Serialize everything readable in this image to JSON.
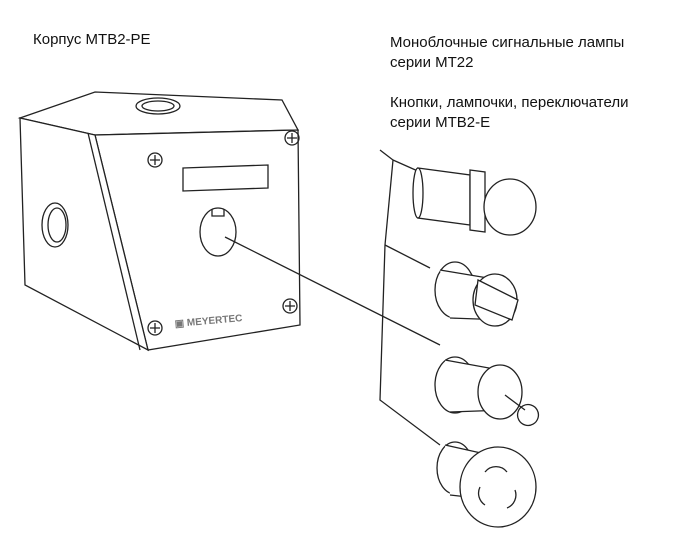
{
  "labels": {
    "housing": "Корпус MTB2-PE",
    "lamps_line1": "Моноблочные сигнальные лампы",
    "lamps_line2": "серии MT22",
    "buttons_line1": "Кнопки, лампочки, переключатели",
    "buttons_line2": "серии MTB2-E"
  },
  "logo": "MEYERTEC"
}
